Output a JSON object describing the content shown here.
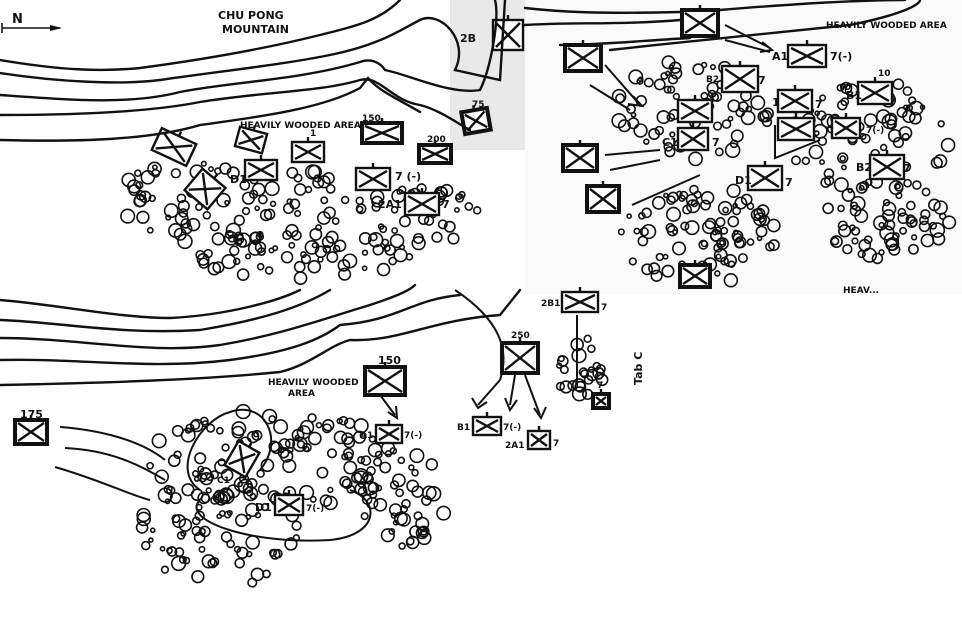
{
  "panel_top_left": {
    "north_label": "N",
    "mountain_name": [
      "CHU PONG",
      "MOUNTAIN"
    ],
    "wooded_label": "HEAVILY WOODED AREA",
    "units": {
      "u150": "150",
      "u200": "200",
      "u75": "75",
      "u2b": "2B",
      "d1": "D1",
      "a1_strength": "7 (-)",
      "u2a1": "2A1",
      "u2a1_strength": "7",
      "one": "1"
    }
  },
  "panel_top_right": {
    "wooded_label": "HEAVILY WOODED AREA",
    "wooded_label_cut": "HEAV...",
    "units": {
      "a1": "A1",
      "a1_strength": "7(-)",
      "b2_top": "B2",
      "b2_top_strength": "7",
      "one": "1",
      "one_strength": "7",
      "b1": "B1",
      "b1_top": "10",
      "c1": "C1",
      "c1_strength": "7",
      "d1": "D1",
      "d1_strength": "7",
      "b2_right": "B2",
      "b2_right_strength": "7",
      "misc_strength": "7(-)"
    }
  },
  "panel_bottom": {
    "wooded_label": [
      "HEAVILY WOODED",
      "AREA"
    ],
    "units": {
      "u150": "150",
      "u175": "175",
      "a1": "A1",
      "a1_strength": "7(-)",
      "d1": "D1",
      "d1_strength": "7(-)",
      "c1": "C1",
      "b1": "B1",
      "b1_strength": "7(-)",
      "u2a1": "2A1",
      "u2a1_strength": "7",
      "u2b1": "2B1",
      "u2b1_strength": "7",
      "u250": "250",
      "misc_strength": "7"
    },
    "tab_label": "Tab C"
  }
}
